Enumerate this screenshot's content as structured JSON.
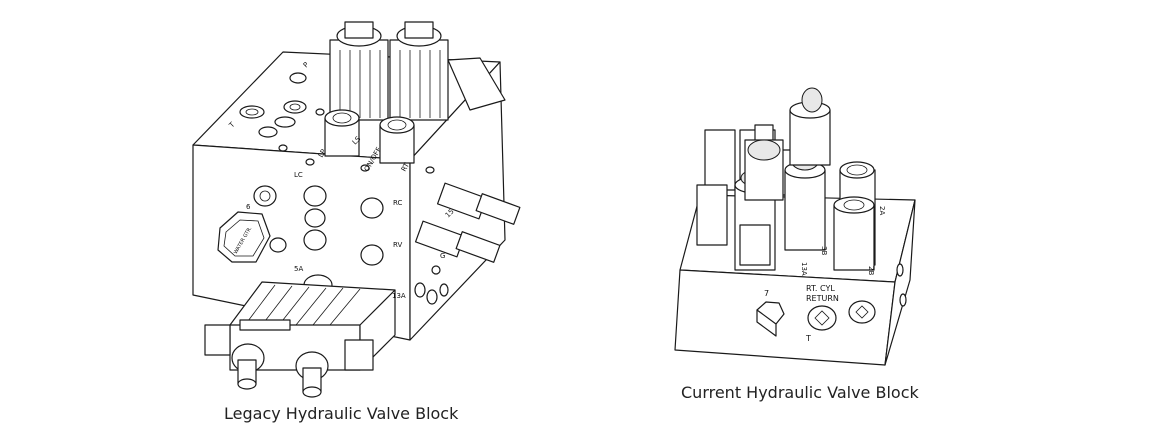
{
  "figures": {
    "legacy": {
      "caption": "Legacy Hydraulic Valve Block",
      "labels": [
        "T",
        "P",
        "LS",
        "LP",
        "ON/OFF",
        "RT",
        "LC",
        "RC",
        "RV",
        "6",
        "5A",
        "13A",
        "15",
        "G"
      ],
      "cap_text": "WATER GTR."
    },
    "current": {
      "caption": "Current Hydraulic Valve Block",
      "labels": [
        "7",
        "RT. CYL",
        "RETURN",
        "T",
        "13A",
        "3B",
        "2A",
        "2B"
      ]
    }
  }
}
